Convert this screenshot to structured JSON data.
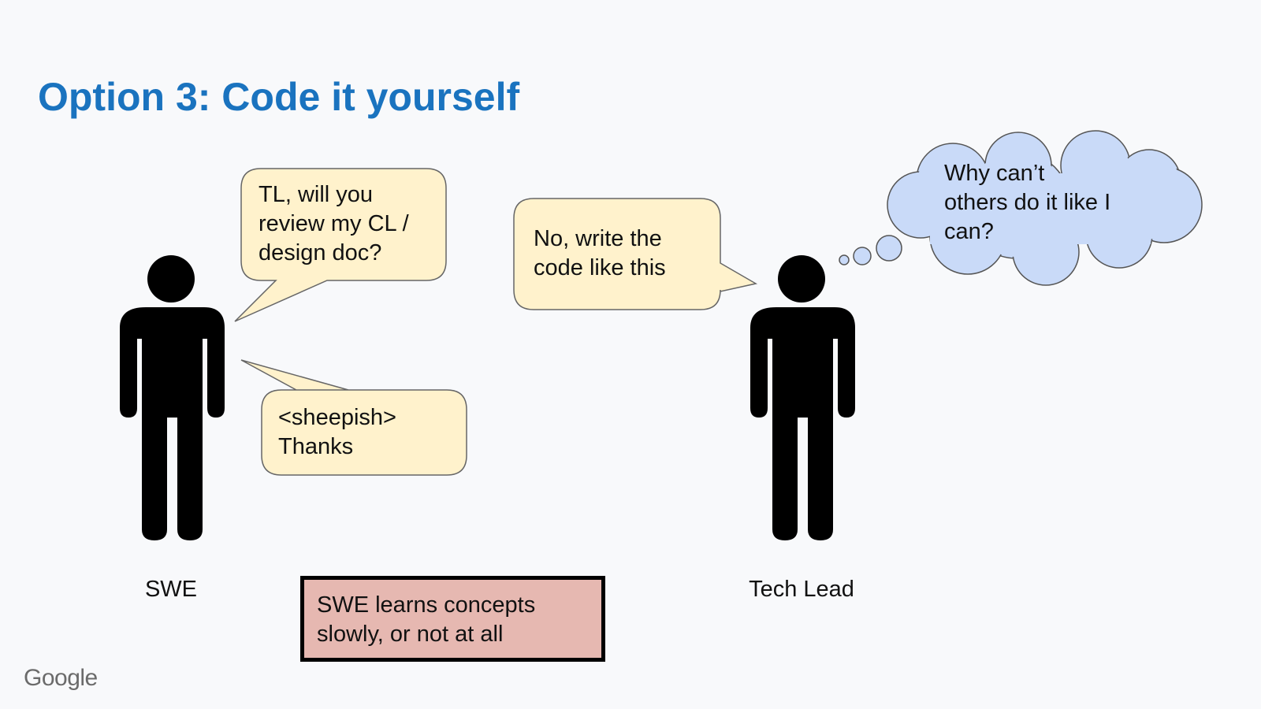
{
  "slide": {
    "title": "Option 3: Code it yourself"
  },
  "people": {
    "swe_label": "SWE",
    "tech_lead_label": "Tech Lead"
  },
  "bubbles": {
    "swe_request": [
      "TL, will you",
      "review my CL /",
      "design doc?"
    ],
    "tl_reply": [
      "No, write the",
      "code like this"
    ],
    "swe_thanks": [
      "<sheepish>",
      "Thanks"
    ],
    "tl_thought": [
      "Why can’t",
      "others do it like I",
      "can?"
    ]
  },
  "outcome": {
    "lines": [
      "SWE learns concepts",
      "slowly, or not at all"
    ]
  },
  "footer": {
    "logo_text": "Google"
  },
  "colors": {
    "title": "#1a73bf",
    "speech_fill": "#fff2cc",
    "speech_stroke": "#666666",
    "thought_fill": "#c9daf8",
    "thought_stroke": "#555555",
    "outcome_fill": "#e6b8b1",
    "figure": "#000000"
  },
  "icons": {
    "person": "person-figure-icon",
    "logo": "google-logo"
  }
}
